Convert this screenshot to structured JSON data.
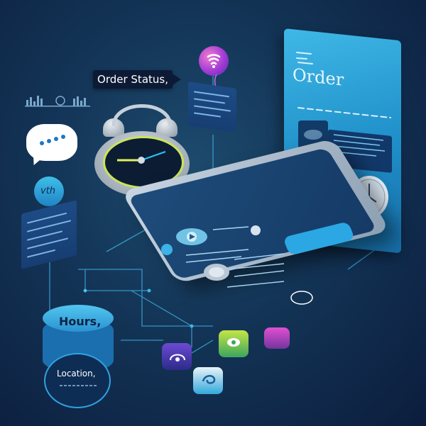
{
  "labels": {
    "order_status": "Order Status,",
    "order": "Order",
    "vth": "vth",
    "hours": "Hours,",
    "location": "Location,"
  },
  "colors": {
    "background": "#133456",
    "panel_blue": "#2aa6dd",
    "accent_purple": "#a13bd6",
    "clock_ring": "#c9e55a"
  },
  "icons": [
    "wifi-icon",
    "chat-bubble-icon",
    "clock-icon",
    "alarm-clock-icon",
    "play-icon",
    "toggle-icon",
    "signal-bars-icon",
    "eye-icon"
  ]
}
